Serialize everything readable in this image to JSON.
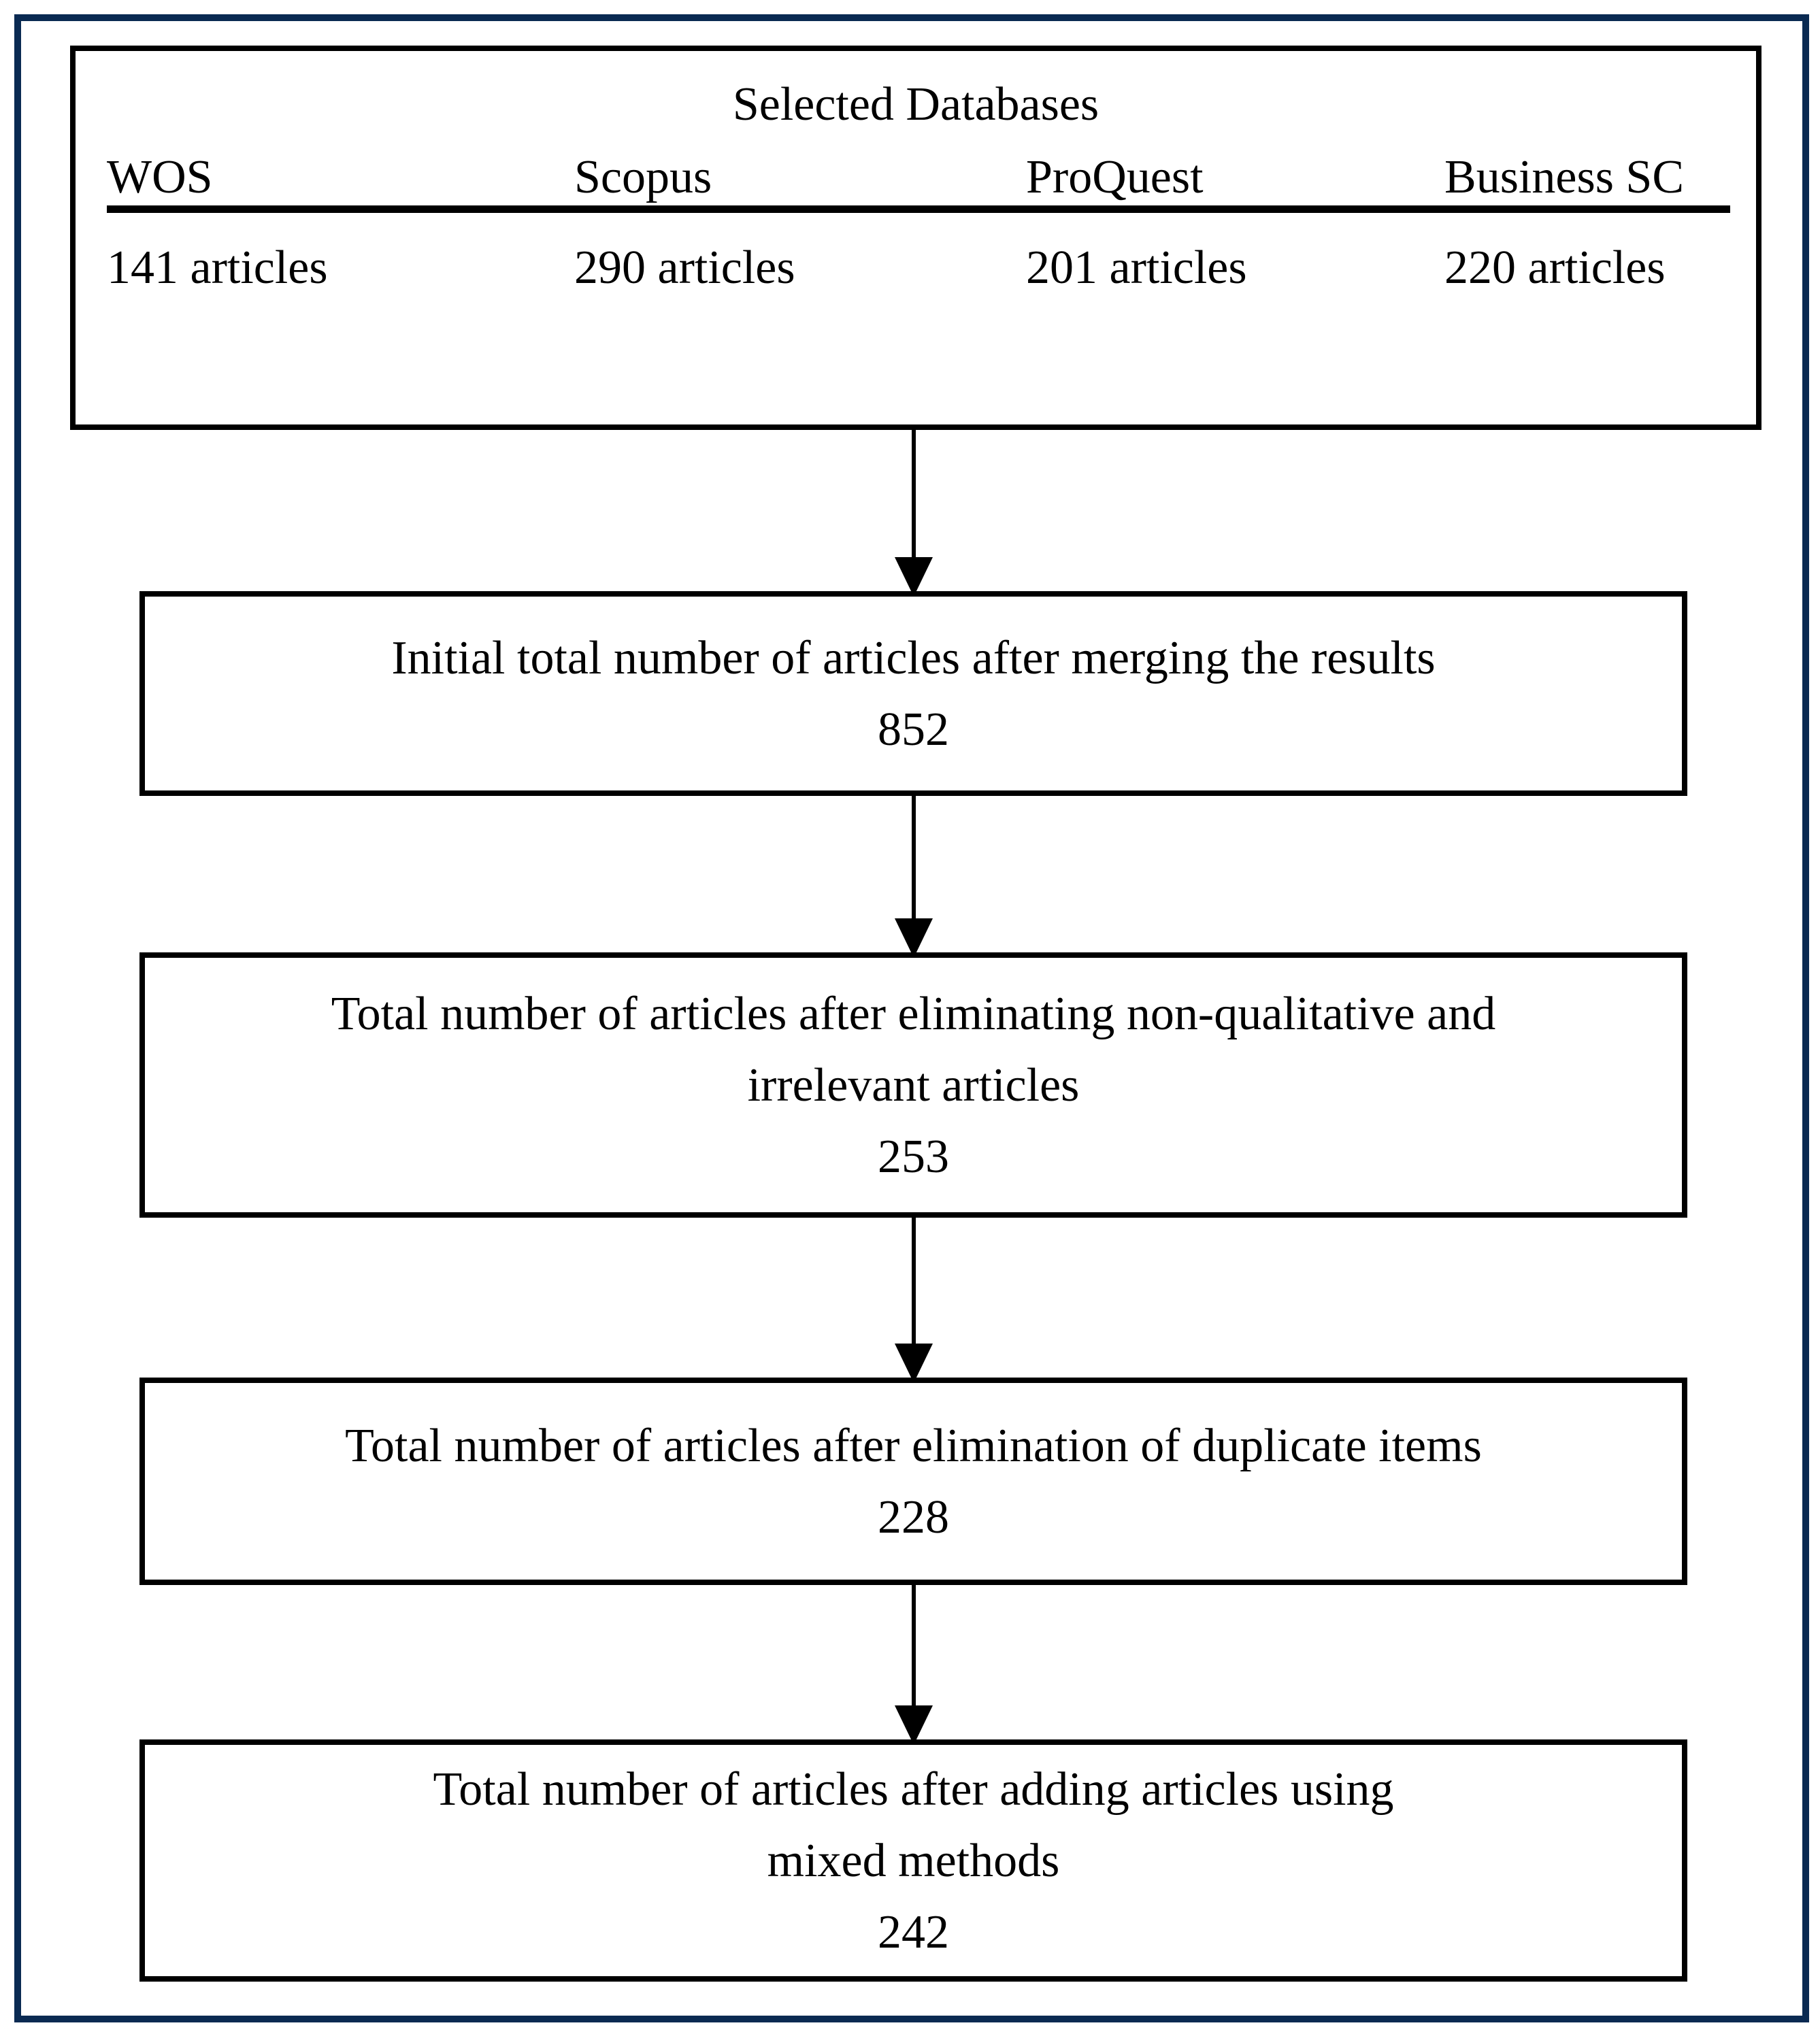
{
  "diagram": {
    "databases_box": {
      "title": "Selected Databases",
      "columns": [
        {
          "name": "WOS",
          "count": "141 articles"
        },
        {
          "name": "Scopus",
          "count": "290 articles"
        },
        {
          "name": "ProQuest",
          "count": "201 articles"
        },
        {
          "name": "Business SC",
          "count": "220 articles"
        }
      ]
    },
    "steps": [
      {
        "lines": [
          "Initial total number of articles after merging the results"
        ],
        "value": "852"
      },
      {
        "lines": [
          "Total number of articles after eliminating non-qualitative and",
          "irrelevant articles"
        ],
        "value": "253"
      },
      {
        "lines": [
          "Total number of articles after elimination of duplicate items"
        ],
        "value": "228"
      },
      {
        "lines": [
          "Total number of articles after adding articles using",
          "mixed methods"
        ],
        "value": "242"
      }
    ],
    "colors": {
      "frame_border": "#0a2a52",
      "box_border": "#000000",
      "background": "#ffffff",
      "text": "#000000"
    }
  }
}
